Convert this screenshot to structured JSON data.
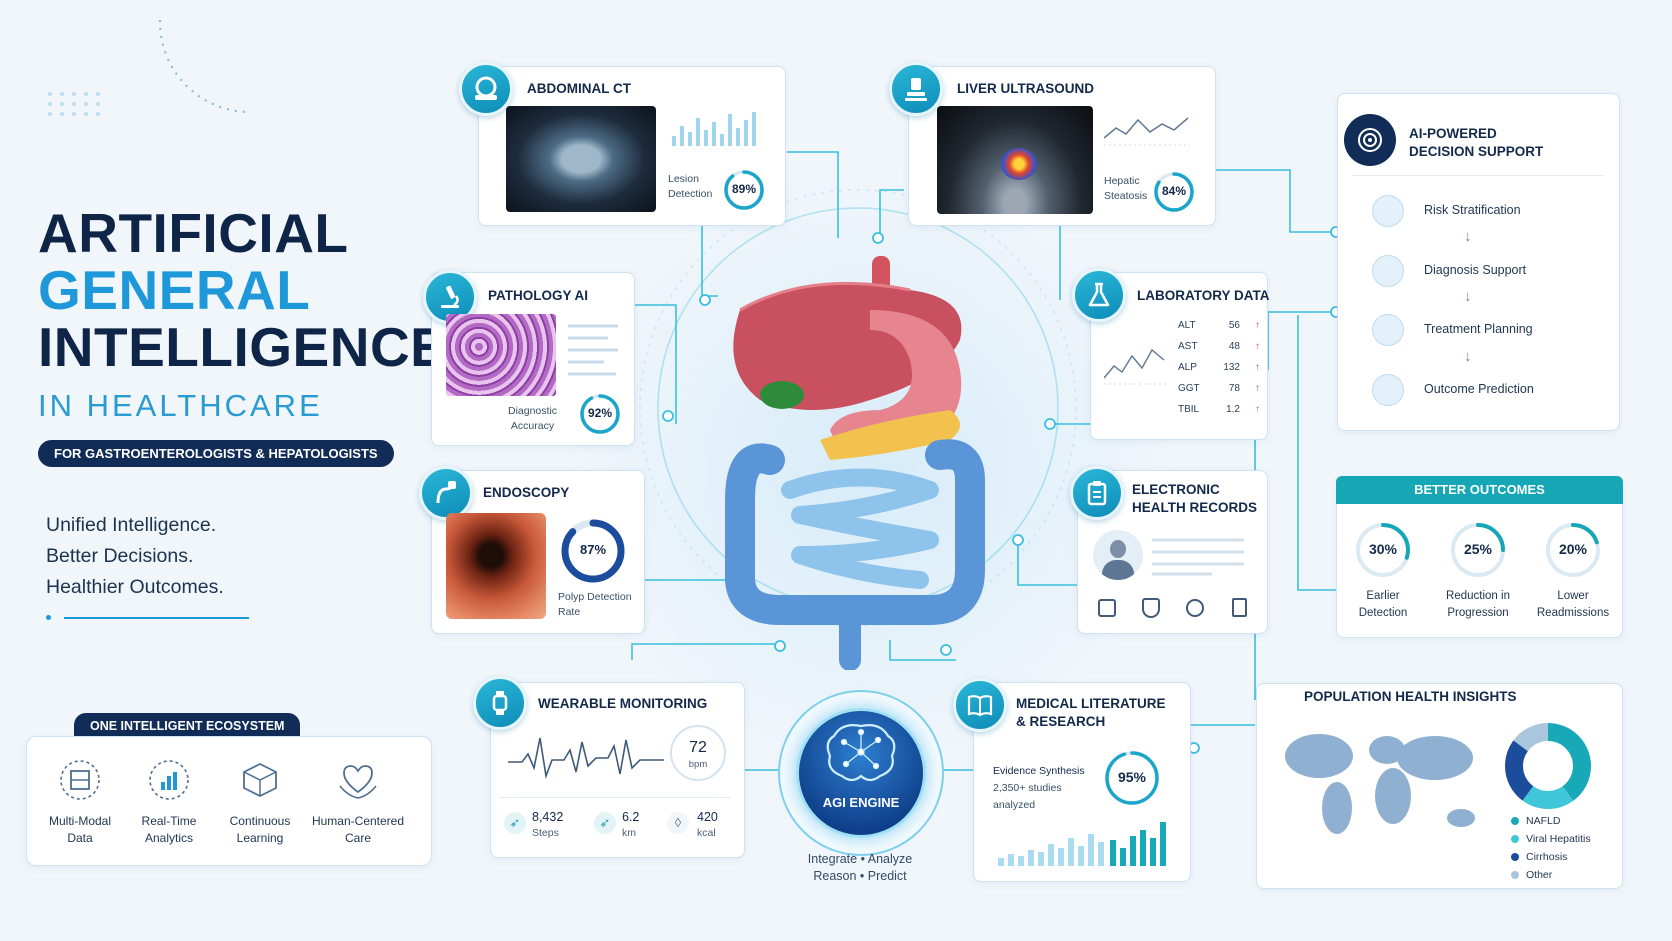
{
  "title": {
    "line1": "ARTIFICIAL",
    "line2": "GENERAL",
    "line3": "INTELLIGENCE",
    "subtitle": "IN HEALTHCARE",
    "audience": "FOR GASTROENTEROLOGISTS & HEPATOLOGISTS"
  },
  "tagline": [
    "Unified Intelligence.",
    "Better Decisions.",
    "Healthier Outcomes."
  ],
  "cards": {
    "abdominal_ct": {
      "title": "ABDOMINAL CT",
      "metric_label_1": "Lesion",
      "metric_label_2": "Detection",
      "metric": "89%",
      "metric_value": 89
    },
    "liver_ultrasound": {
      "title": "LIVER ULTRASOUND",
      "metric_label_1": "Hepatic",
      "metric_label_2": "Steatosis",
      "metric": "84%",
      "metric_value": 84
    },
    "pathology": {
      "title": "PATHOLOGY AI",
      "metric_label_1": "Diagnostic",
      "metric_label_2": "Accuracy",
      "metric": "92%",
      "metric_value": 92
    },
    "endoscopy": {
      "title": "ENDOSCOPY",
      "metric_label_1": "Polyp Detection",
      "metric_label_2": "Rate",
      "metric": "87%",
      "metric_value": 87
    },
    "laboratory": {
      "title": "LABORATORY DATA",
      "rows": [
        {
          "name": "ALT",
          "value": "56",
          "trend": "↑",
          "color": "#e0473a"
        },
        {
          "name": "AST",
          "value": "48",
          "trend": "↑",
          "color": "#e0473a"
        },
        {
          "name": "ALP",
          "value": "132",
          "trend": "↑",
          "color": "#e0473a"
        },
        {
          "name": "GGT",
          "value": "78",
          "trend": "↑",
          "color": "#e0473a"
        },
        {
          "name": "TBIL",
          "value": "1.2",
          "trend": "↑",
          "color": "#2fa84f"
        }
      ]
    },
    "ehr": {
      "title_1": "ELECTRONIC",
      "title_2": "HEALTH RECORDS"
    },
    "wearable": {
      "title": "WEARABLE MONITORING",
      "heart_rate": "72",
      "heart_unit": "bpm",
      "steps": "8,432",
      "steps_unit": "Steps",
      "distance": "6.2",
      "distance_unit": "km",
      "calories": "420",
      "calories_unit": "kcal"
    },
    "literature": {
      "title_1": "MEDICAL LITERATURE",
      "title_2": "& RESEARCH",
      "line1": "Evidence Synthesis",
      "line2": "2,350+ studies",
      "line3": "analyzed",
      "metric": "95%",
      "metric_value": 95
    }
  },
  "decision_support": {
    "title_1": "AI-POWERED",
    "title_2": "DECISION SUPPORT",
    "steps": [
      "Risk Stratification",
      "Diagnosis Support",
      "Treatment Planning",
      "Outcome Prediction"
    ],
    "arrow": "↓"
  },
  "better_outcomes": {
    "title": "BETTER OUTCOMES",
    "items": [
      {
        "value": "30%",
        "fraction": 0.3,
        "label_1": "Earlier",
        "label_2": "Detection"
      },
      {
        "value": "25%",
        "fraction": 0.25,
        "label_1": "Reduction in",
        "label_2": "Progression"
      },
      {
        "value": "20%",
        "fraction": 0.2,
        "label_1": "Lower",
        "label_2": "Readmissions"
      }
    ]
  },
  "population": {
    "title": "POPULATION HEALTH INSIGHTS",
    "legend": [
      {
        "label": "NAFLD",
        "color": "#18a8b8"
      },
      {
        "label": "Viral Hepatitis",
        "color": "#3fc6d8"
      },
      {
        "label": "Cirrhosis",
        "color": "#1c4d9c"
      },
      {
        "label": "Other",
        "color": "#a9c6dd"
      }
    ]
  },
  "ecosystem": {
    "title": "ONE INTELLIGENT ECOSYSTEM",
    "items": [
      {
        "label_1": "Multi-Modal",
        "label_2": "Data"
      },
      {
        "label_1": "Real-Time",
        "label_2": "Analytics"
      },
      {
        "label_1": "Continuous",
        "label_2": "Learning"
      },
      {
        "label_1": "Human-Centered",
        "label_2": "Care"
      }
    ]
  },
  "agi_engine": {
    "label": "AGI ENGINE",
    "caption_1": "Integrate • Analyze",
    "caption_2": "Reason • Predict"
  },
  "colors": {
    "navy": "#102c57",
    "teal": "#16a7b7",
    "blue": "#1e98d8",
    "ring": "#1aa6c9"
  }
}
